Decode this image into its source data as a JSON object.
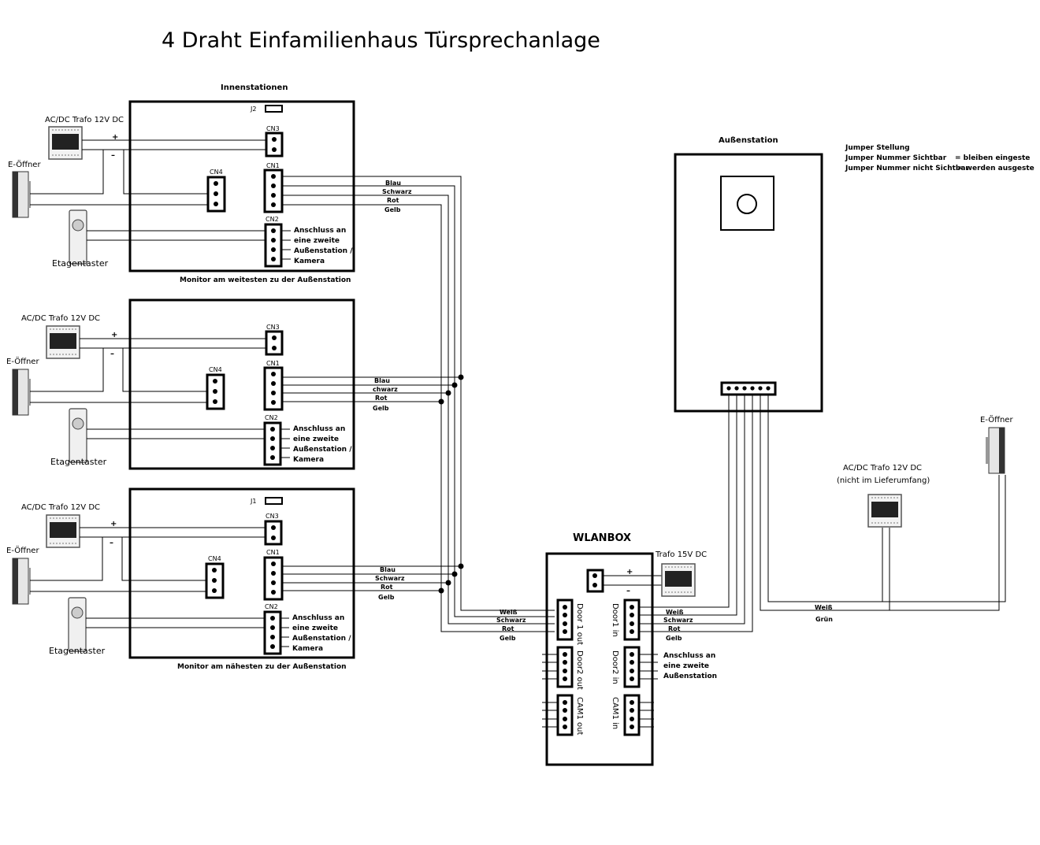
{
  "title": "4 Draht Einfamilienhaus Türsprechanlage",
  "innenstationen": "Innenstationen",
  "aussenstation": "Außenstation",
  "wlanbox": "WLANBOX",
  "jumper": {
    "heading": "Jumper Stellung",
    "line1": "Jumper Nummer Sichtbar",
    "line1_value": "= bleiben eingeste",
    "line2": "Jumper Nummer nicht Sichtbar",
    "line2_value": "= werden ausgeste"
  },
  "monitors": [
    {
      "trafo": "AC/DC Trafo 12V DC",
      "plus": "+",
      "minus": "–",
      "opener": "E-Öffner",
      "taster": "Etagentaster",
      "jumper": "J2",
      "cn3": "CN3",
      "cn4": "CN4",
      "cn1": "CN1",
      "cn2": "CN2",
      "cn2_text": [
        "Anschluss an",
        "eine zweite",
        "Außenstation /",
        "Kamera"
      ],
      "wires": [
        "Blau",
        "Schwarz",
        "Rot",
        "Gelb"
      ],
      "caption": "Monitor am weitesten zu der Außenstation"
    },
    {
      "trafo": "AC/DC Trafo 12V DC",
      "plus": "+",
      "minus": "–",
      "opener": "E-Öffner",
      "taster": "Etagentaster",
      "jumper": "",
      "cn3": "CN3",
      "cn4": "CN4",
      "cn1": "CN1",
      "cn2": "CN2",
      "cn2_text": [
        "Anschluss an",
        "eine zweite",
        "Außenstation /",
        "Kamera"
      ],
      "wires": [
        "Blau",
        "chwarz",
        "Rot",
        "Gelb"
      ],
      "caption": ""
    },
    {
      "trafo": "AC/DC Trafo 12V DC",
      "plus": "+",
      "minus": "–",
      "opener": "E-Öffner",
      "taster": "Etagentaster",
      "jumper": "J1",
      "cn3": "CN3",
      "cn4": "CN4",
      "cn1": "CN1",
      "cn2": "CN2",
      "cn2_text": [
        "Anschluss an",
        "eine zweite",
        "Außenstation /",
        "Kamera"
      ],
      "wires": [
        "Blau",
        "Schwarz",
        "Rot",
        "Gelb"
      ],
      "caption": "Monitor am nähesten zu der Außenstation"
    }
  ],
  "box": {
    "door1_out": "Door 1 out",
    "door2_out": "Door2 out",
    "cam1_out": "CAM1 out",
    "door1_in": "Door1 in",
    "door2_in": "Door2 in",
    "cam1_in": "CAM1 in",
    "trafo": "Trafo 15V DC",
    "plus": "+",
    "minus": "–",
    "left_wires": [
      "Weiß",
      "Schwarz",
      "Rot",
      "Gelb"
    ],
    "right_wires": [
      "Weiß",
      "Schwarz",
      "Rot",
      "Gelb"
    ],
    "door2_text": [
      "Anschluss an",
      "eine zweite",
      "Außenstation"
    ]
  },
  "outdoor": {
    "opener": "E-Öffner",
    "trafo": "AC/DC Trafo 12V DC",
    "trafo_note": "(nicht im Lieferumfang)",
    "wire_weiss": "Weiß",
    "wire_gruen": "Grün"
  }
}
